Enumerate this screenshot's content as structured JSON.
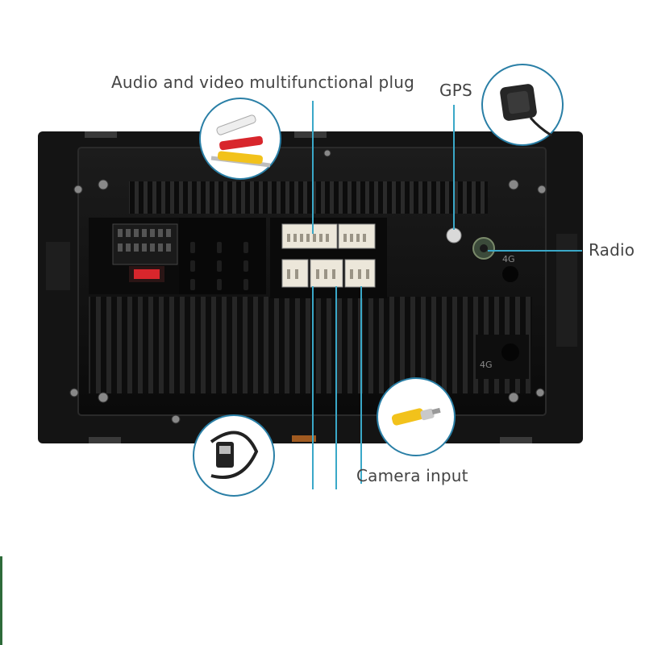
{
  "labels": {
    "av_plug": "Audio and video multifunctional plug",
    "gps": "GPS",
    "radio": "Radio",
    "camera": "Camera input"
  },
  "unit_marks": {
    "mark_4g_top": "4G",
    "mark_4g_bottom": "4G"
  },
  "colors": {
    "leader_line": "#3aa8c8",
    "unit_body": "#111111",
    "rca_red": "#d8262c",
    "rca_yellow": "#f2c21b",
    "rca_white": "#eeeeee",
    "callout_ring": "#2a7fa6"
  },
  "icons": [
    "rca-av-cable-icon",
    "gps-antenna-icon",
    "usb-cable-icon",
    "camera-rca-plug-icon"
  ]
}
